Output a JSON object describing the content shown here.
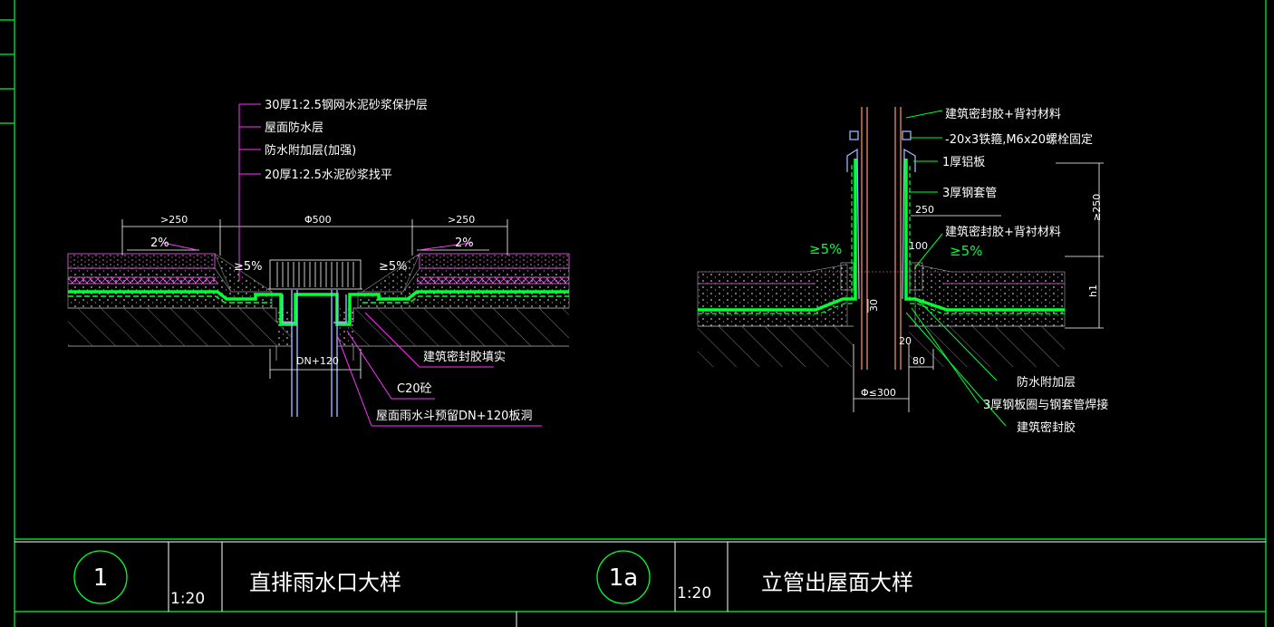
{
  "colors": {
    "background": "#000000",
    "frame": "#00ff33",
    "concrete": "#8a8a8a",
    "membrane": "#00ff33",
    "pipe": "#9ab4ff",
    "leader": "#ff33ff",
    "leader_right": "#00ff33",
    "text": "#ffffff",
    "dim_line": "#ffffff",
    "sand": "#c8a080"
  },
  "detail1": {
    "labels": {
      "l1": "30厚1:2.5钢网水泥砂浆保护层",
      "l2": "屋面防水层",
      "l3": "防水附加层(加强)",
      "l4": "20厚1:2.5水泥砂浆找平",
      "l5": "建筑密封胶填实",
      "l6": "C20砼",
      "l7": "屋面雨水斗预留DN+120板洞"
    },
    "dims": {
      "left": ">250",
      "mid": "Φ500",
      "right": ">250",
      "dn": "DN+120"
    },
    "slopes": {
      "s1": "2%",
      "s2": "2%",
      "s3": "≥5%",
      "s4": "≥5%"
    }
  },
  "detail2": {
    "labels": {
      "r1": "建筑密封胶+背衬材料",
      "r2": "-20x3铁箍,M6x20螺栓固定",
      "r3": "1厚铝板",
      "r4": "3厚钢套管",
      "r5": "建筑密封胶+背衬材料",
      "r6": "防水附加层",
      "r7": "3厚钢板圈与钢套管焊接",
      "r8": "建筑密封胶"
    },
    "dims": {
      "d250": "250",
      "d100": "100",
      "d30": "30",
      "d20": "20",
      "d80": "80",
      "dphi": "Φ≤300",
      "v250": "≥250",
      "h1": "h1"
    },
    "slopes": {
      "s1": "≥5%",
      "s2": "≥5%"
    }
  },
  "title_block": {
    "n1": "1",
    "scale1": "1:20",
    "title1": "直排雨水口大样",
    "n2": "1a",
    "scale2": "1:20",
    "title2": "立管出屋面大样"
  }
}
